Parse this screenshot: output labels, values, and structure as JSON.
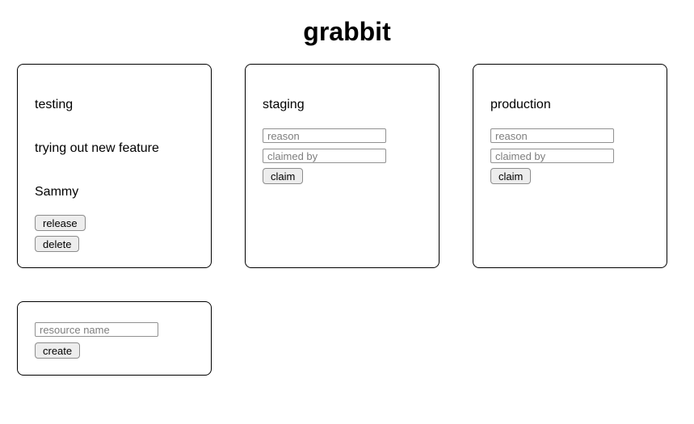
{
  "app": {
    "title": "grabbit"
  },
  "resources": [
    {
      "name": "testing",
      "status": "claimed",
      "reason": "trying out new feature",
      "claimed_by": "Sammy",
      "release_label": "release",
      "delete_label": "delete"
    },
    {
      "name": "staging",
      "status": "available",
      "reason_placeholder": "reason",
      "claimed_by_placeholder": "claimed by",
      "claim_label": "claim"
    },
    {
      "name": "production",
      "status": "available",
      "reason_placeholder": "reason",
      "claimed_by_placeholder": "claimed by",
      "claim_label": "claim"
    }
  ],
  "create_form": {
    "resource_name_placeholder": "resource name",
    "create_label": "create"
  },
  "colors": {
    "background": "#ffffff",
    "text": "#000000",
    "card_border": "#000000",
    "input_border": "#919191",
    "placeholder_text": "#7e7e7e",
    "button_background": "#ededed",
    "button_border": "#8c8c8c"
  }
}
